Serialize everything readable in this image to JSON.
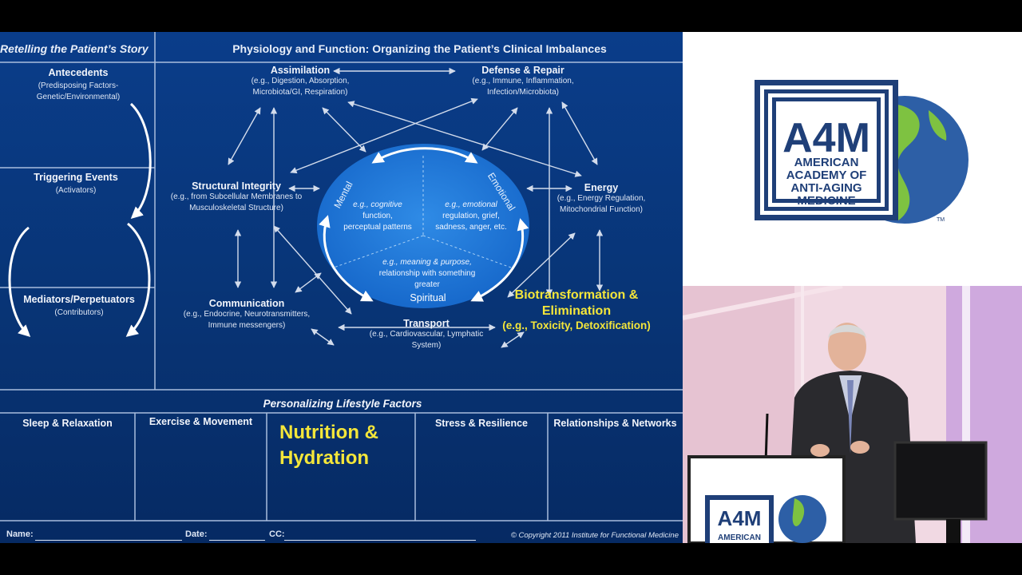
{
  "slide": {
    "left_header": "Retelling the Patient’s Story",
    "main_header": "Physiology and Function: Organizing the Patient’s Clinical Imbalances",
    "story": {
      "antecedents": {
        "title": "Antecedents",
        "sub1": "(Predisposing Factors-",
        "sub2": "Genetic/Environmental)"
      },
      "triggering": {
        "title": "Triggering Events",
        "sub": "(Activators)"
      },
      "mediators": {
        "title": "Mediators/Perpetuators",
        "sub": "(Contributors)"
      }
    },
    "nodes": {
      "assimilation": {
        "title": "Assimilation",
        "l1": "(e.g., Digestion, Absorption,",
        "l2": "Microbiota/GI, Respiration)"
      },
      "defense": {
        "title": "Defense & Repair",
        "l1": "(e.g., Immune, Inflammation,",
        "l2": "Infection/Microbiota)"
      },
      "structural": {
        "title": "Structural Integrity",
        "l1": "(e.g., from Subcellular Membranes to",
        "l2": "Musculoskeletal Structure)"
      },
      "energy": {
        "title": "Energy",
        "l1": "(e.g., Energy Regulation,",
        "l2": "Mitochondrial Function)"
      },
      "communication": {
        "title": "Communication",
        "l1": "(e.g., Endocrine, Neurotransmitters,",
        "l2": "Immune messengers)"
      },
      "transport": {
        "title": "Transport",
        "l1": "(e.g., Cardiovascular, Lymphatic",
        "l2": "System)"
      },
      "biotransformation": {
        "l1": "Biotransformation &",
        "l2": "Elimination",
        "sub": "(e.g., Toxicity, Detoxification)"
      }
    },
    "oval": {
      "mental": "Mental",
      "emotional": "Emotional",
      "spiritual": "Spiritual",
      "mental_text": [
        "e.g., cognitive",
        "function,",
        "perceptual patterns"
      ],
      "emotional_text": [
        "e.g., emotional",
        "regulation, grief,",
        "sadness, anger, etc."
      ],
      "spiritual_text": [
        "e.g., meaning & purpose,",
        "relationship with something",
        "greater"
      ]
    },
    "lifestyle": {
      "header": "Personalizing Lifestyle Factors",
      "sleep": "Sleep & Relaxation",
      "exercise": "Exercise & Movement",
      "nutrition1": "Nutrition &",
      "nutrition2": "Hydration",
      "stress": "Stress & Resilience",
      "relationships": "Relationships & Networks"
    },
    "footer": {
      "name": "Name:",
      "date": "Date:",
      "cc": "CC:",
      "copyright": "© Copyright 2011 Institute for Functional Medicine"
    }
  },
  "logo": {
    "mark": "A4M",
    "line1": "AMERICAN",
    "line2": "ACADEMY OF",
    "line3": "ANTI-AGING",
    "line4": "MEDICINE",
    "tm": "TM",
    "colors": {
      "navy": "#1f3f78",
      "ocean": "#2d5fa6",
      "land": "#7ec241"
    }
  },
  "video": {
    "podium_mark": "A4M",
    "podium_text": "AMERICAN"
  }
}
